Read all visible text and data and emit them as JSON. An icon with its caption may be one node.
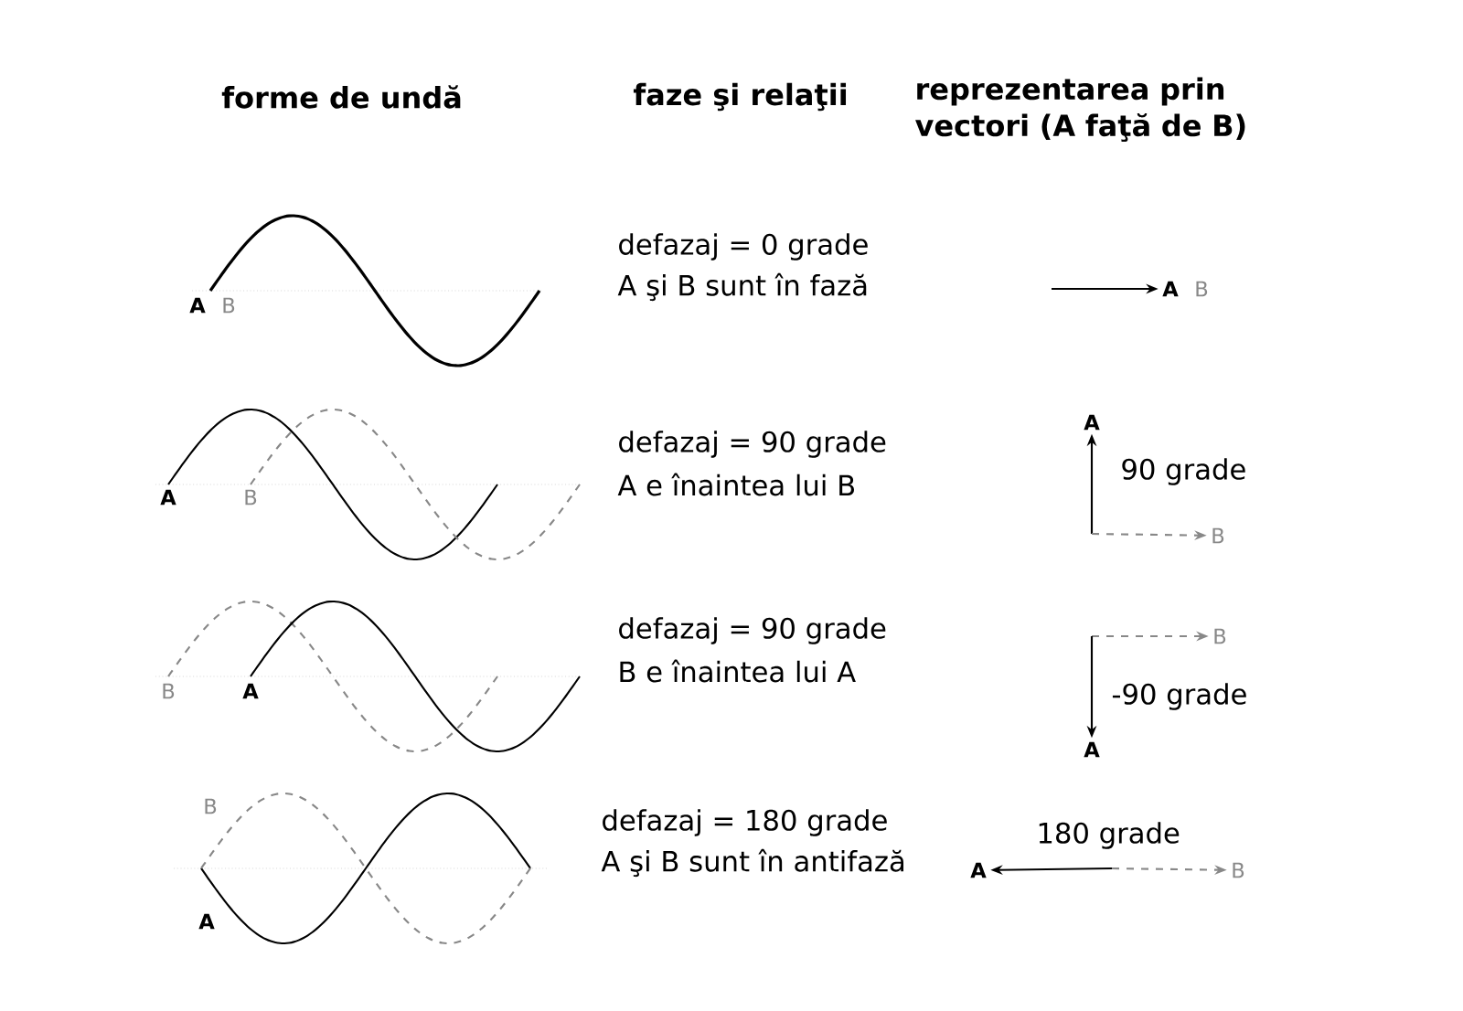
{
  "diagram": {
    "nodes": [
      {
        "text": [
          "A"
        ]
      },
      {
        "text": [
          "A"
        ]
      },
      {
        "text": [
          "B"
        ]
      },
      {
        "text": [
          "B"
        ]
      },
      {
        "text": [
          "A"
        ]
      },
      {
        "text": [
          "A"
        ]
      },
      {
        "text": [
          "B"
        ]
      }
    ],
    "edges": [
      {
        "from": null,
        "to": 0,
        "arrow": "to"
      },
      {
        "from": null,
        "to": 1,
        "arrow": "to"
      },
      {
        "from": null,
        "to": 2,
        "arrow": "to",
        "style": "dashed",
        "color": "#888888"
      },
      {
        "from": null,
        "to": 3,
        "arrow": "to",
        "style": "dashed",
        "color": "#888888"
      },
      {
        "from": null,
        "to": 4,
        "arrow": "to"
      },
      {
        "from": null,
        "to": 5,
        "arrow": "to"
      },
      {
        "from": null,
        "to": 6,
        "arrow": "to",
        "style": "dashed",
        "color": "#888888"
      }
    ],
    "labels": [
      "forme de undă",
      "faze şi relaţii",
      "reprezentarea prin vectori (A faţă de B)",
      "A",
      "B",
      "defazaj = 0 grade",
      "A şi B sunt în fază",
      "B",
      "A",
      "B",
      "defazaj = 90 grade",
      "A e înaintea lui B",
      "90 grade",
      "B",
      "A",
      "defazaj = 90 grade",
      "B e înaintea lui A",
      "-90 grade",
      "B",
      "defazaj = 180 grade",
      "A şi B sunt în antifază",
      "180 grade",
      "A"
    ]
  }
}
